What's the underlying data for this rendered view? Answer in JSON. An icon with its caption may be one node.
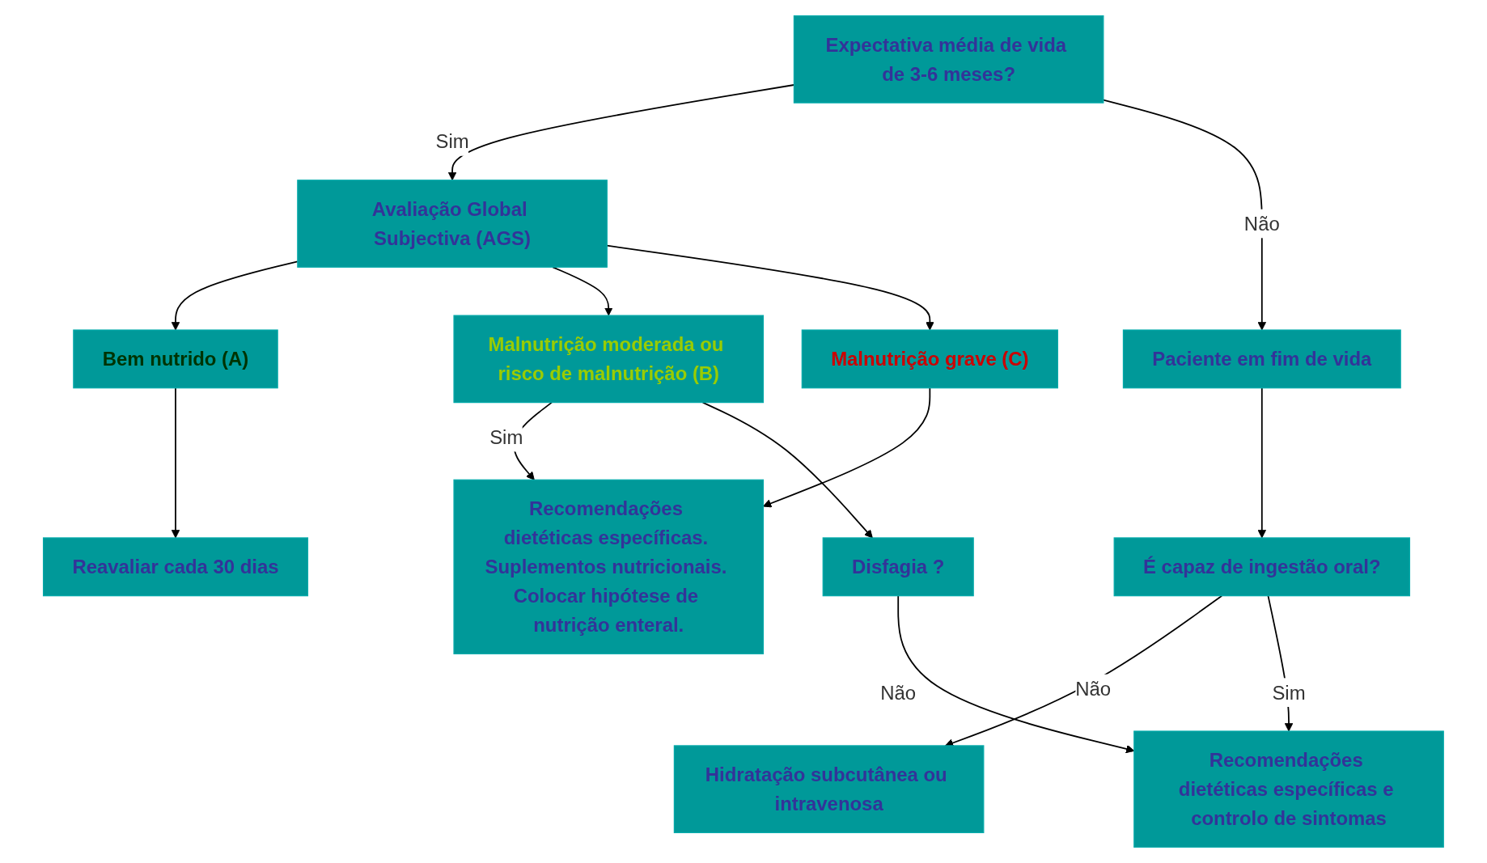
{
  "diagram": {
    "nodes": [
      {
        "text": [
          "Expectativa média de vida de 3-6 meses?"
        ]
      },
      {
        "text": [
          "Avaliação Global Subjectiva (AGS)"
        ]
      },
      {
        "text": [
          "Paciente em fim de vida"
        ]
      },
      {
        "text": [
          "Bem nutrido (A)"
        ]
      },
      {
        "text": [
          "Malnutrição grave (C)"
        ]
      },
      {
        "text": [
          "Reavaliar cada 30 dias"
        ]
      },
      {
        "text": [
          "Malnutrição moderada ou risco de malnutrição (B)"
        ]
      },
      {
        "text": [
          "Recomendações dietéticas específicas. Suplementos nutricionais. Colocar hipótese de nutrição enteral."
        ]
      },
      {
        "text": [
          "É capaz de ingestão oral?"
        ]
      },
      {
        "text": [
          "Disfagia ?"
        ]
      },
      {
        "text": [
          "Hidratação subcutânea ou intravenosa"
        ]
      },
      {
        "text": [
          "Recomendações dietéticas específicas e controlo de sintomas"
        ]
      }
    ],
    "edges": [
      {
        "from": 0,
        "to": 1,
        "arrow": "to",
        "label": "Sim"
      },
      {
        "from": 0,
        "to": 2,
        "arrow": "to",
        "label": "Não"
      },
      {
        "from": 1,
        "to": 3,
        "arrow": "to"
      },
      {
        "from": 1,
        "to": 6,
        "arrow": "to"
      },
      {
        "from": 1,
        "to": 4,
        "arrow": "to"
      },
      {
        "from": 3,
        "to": 5,
        "arrow": "to"
      },
      {
        "from": 4,
        "to": 7,
        "arrow": "to"
      },
      {
        "from": 6,
        "to": 7,
        "arrow": "to",
        "label": "Sim"
      },
      {
        "from": 2,
        "to": 8,
        "arrow": "to"
      },
      {
        "from": 6,
        "to": 9,
        "arrow": "to"
      },
      {
        "from": 8,
        "to": 10,
        "arrow": "to",
        "label": "Não"
      },
      {
        "from": 8,
        "to": 11,
        "arrow": "to",
        "label": "Sim"
      },
      {
        "from": 9,
        "to": 11,
        "arrow": "to",
        "label": "Não"
      }
    ]
  }
}
